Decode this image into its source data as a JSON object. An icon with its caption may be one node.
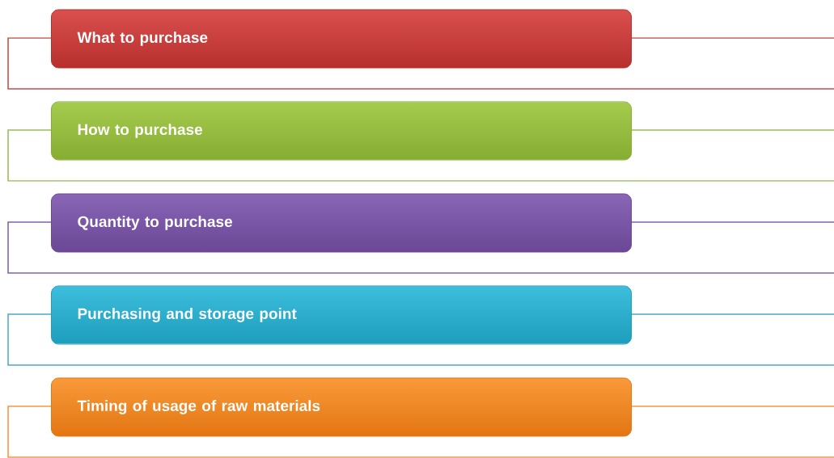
{
  "diagram": {
    "nodes": [
      {
        "text": [
          "What to purchase"
        ]
      },
      {
        "text": [
          "How to purchase"
        ]
      },
      {
        "text": [
          "Quantity to purchase"
        ]
      },
      {
        "text": [
          "Purchasing and storage point"
        ]
      },
      {
        "text": [
          "Timing of usage of raw materials"
        ]
      }
    ]
  }
}
